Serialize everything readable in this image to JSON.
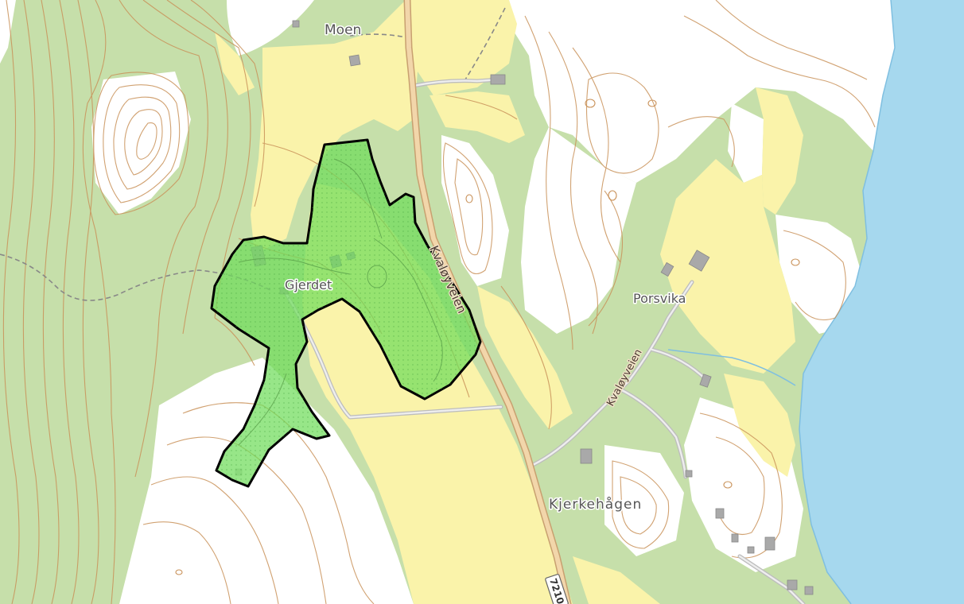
{
  "map": {
    "colors": {
      "water": "#a6d8ee",
      "forest": "#c6dfaa",
      "open_land": "#ffffff",
      "farmland": "#faf3aa",
      "contour": "#c9925a",
      "road_main": "#f2d6aa",
      "road_minor": "#cfcfcf",
      "building": "#a9a9a9",
      "highlight_fill": "#6fdc5a",
      "highlight_outline": "#000000"
    },
    "places": {
      "moen": "Moen",
      "gjerdet": "Gjerdet",
      "porsvika": "Porsvika",
      "kjerkehagen": "Kjerkehågen"
    },
    "roads": {
      "main": "Kvaløyveien",
      "branch": "Kvaløyveien",
      "shield": "7210"
    }
  }
}
